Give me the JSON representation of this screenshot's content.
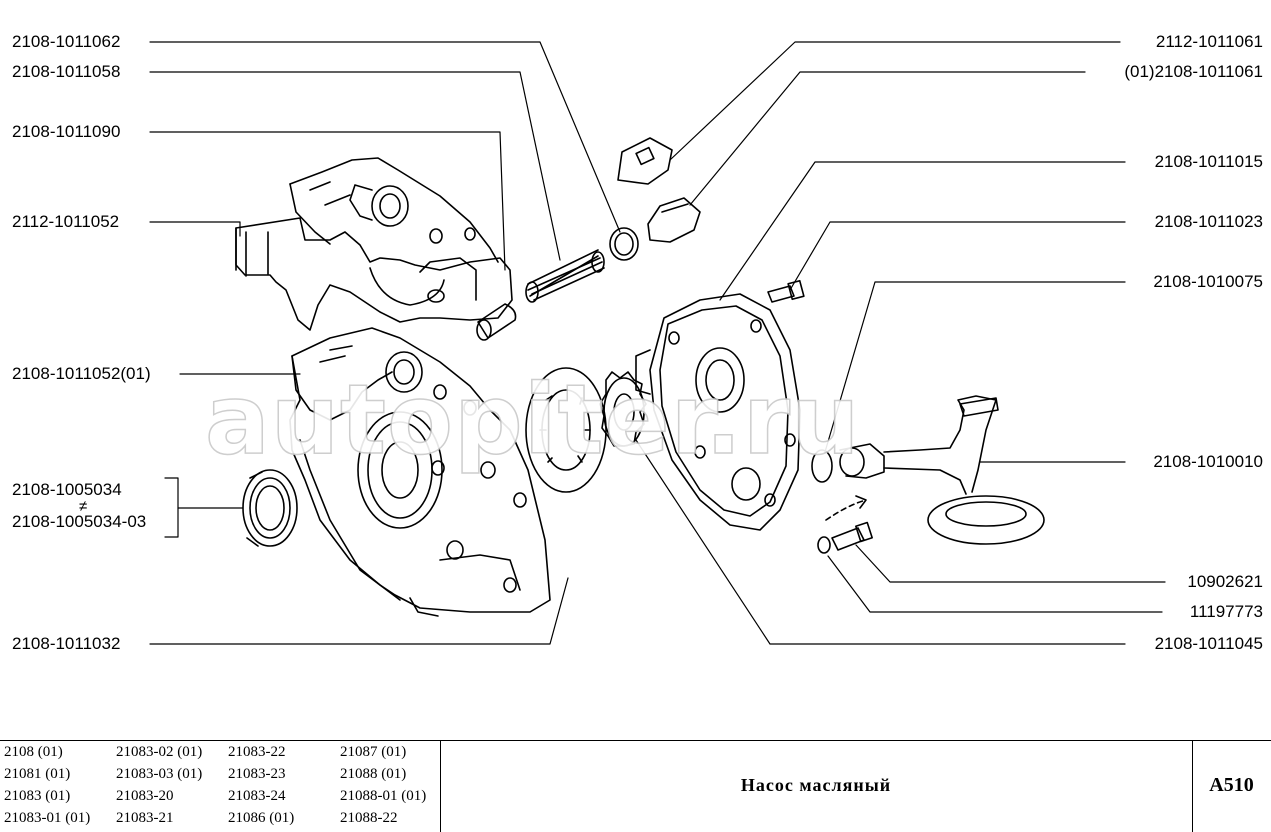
{
  "watermark": "autopiter.ru",
  "labels": {
    "l_1011062": "2108-1011062",
    "l_1011058": "2108-1011058",
    "l_1011090": "2108-1011090",
    "l_1011052_2112": "2112-1011052",
    "l_1011052_01": "2108-1011052(01)",
    "l_1005034": "2108-1005034",
    "l_neq": "≠",
    "l_1005034_03": "2108-1005034-03",
    "l_1011032": "2108-1011032",
    "r_1011061_2112": "2112-1011061",
    "r_1011061_01": "(01)2108-1011061",
    "r_1011015": "2108-1011015",
    "r_1011023": "2108-1011023",
    "r_1010075": "2108-1010075",
    "r_1010010": "2108-1010010",
    "r_10902621": "10902621",
    "r_11197773": "11197773",
    "r_1011045": "2108-1011045"
  },
  "models": {
    "col1": [
      "2108 (01)",
      "21081 (01)",
      "21083 (01)",
      "21083-01 (01)"
    ],
    "col2": [
      "21083-02 (01)",
      "21083-03 (01)",
      "21083-20",
      "21083-21"
    ],
    "col3": [
      "21083-22",
      "21083-23",
      "21083-24",
      "21086 (01)"
    ],
    "col4": [
      "21087 (01)",
      "21088 (01)",
      "21088-01 (01)",
      "21088-22"
    ]
  },
  "title": "Насос масляный",
  "sheet_code": "A510"
}
